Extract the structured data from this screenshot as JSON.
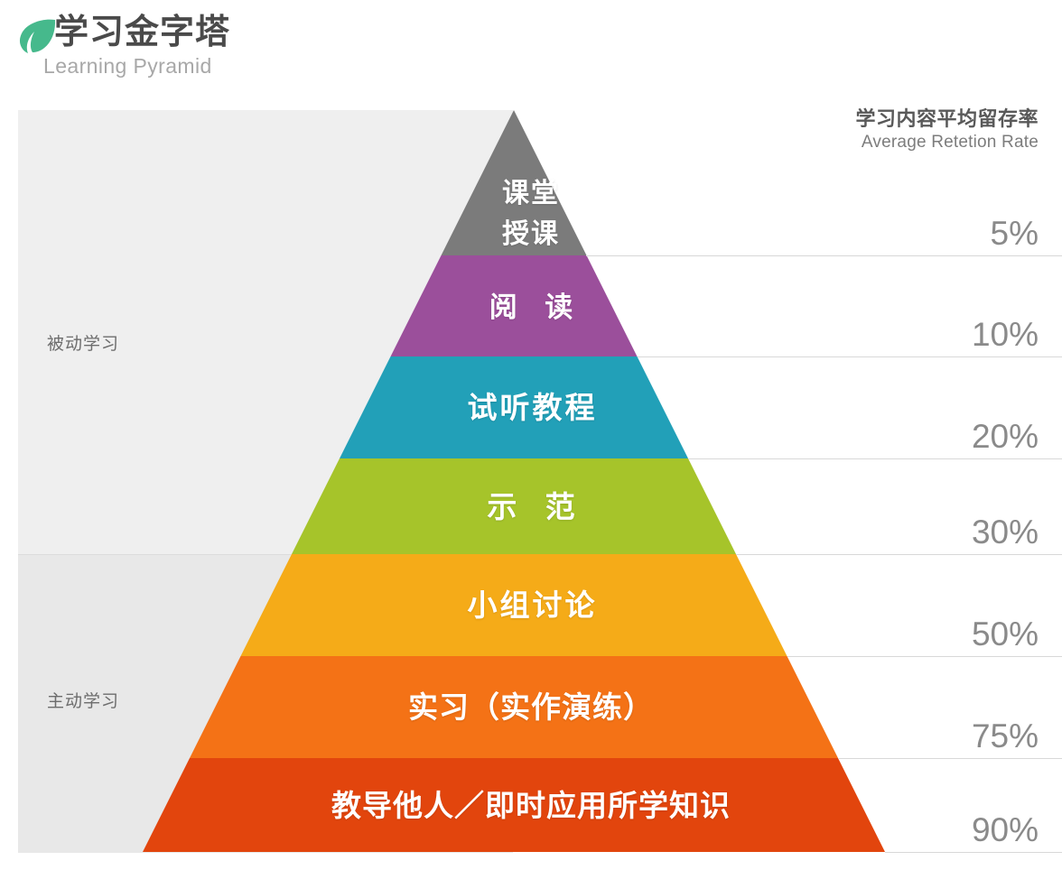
{
  "header": {
    "logo_icon": "leaf-icon",
    "title_cn": "学习金字塔",
    "title_en": "Learning Pyramid"
  },
  "legend": {
    "title_cn": "学习内容平均留存率",
    "title_en": "Average Retetion Rate"
  },
  "modes": [
    {
      "label": "被动学习"
    },
    {
      "label": "主动学习"
    }
  ],
  "tiers": [
    {
      "label": "课堂授课",
      "line1": "课堂",
      "line2": "授课",
      "rate": "5%",
      "color": "#7b7b7b"
    },
    {
      "label": "阅 读",
      "line1": "阅 读",
      "line2": "",
      "rate": "10%",
      "color": "#9b4f9b"
    },
    {
      "label": "试听教程",
      "line1": "试听教程",
      "line2": "",
      "rate": "20%",
      "color": "#22a0b8"
    },
    {
      "label": "示 范",
      "line1": "示 范",
      "line2": "",
      "rate": "30%",
      "color": "#a6c42a"
    },
    {
      "label": "小组讨论",
      "line1": "小组讨论",
      "line2": "",
      "rate": "50%",
      "color": "#f5ab18"
    },
    {
      "label": "实习（实作演练）",
      "line1": "实习（实作演练）",
      "line2": "",
      "rate": "75%",
      "color": "#f47216"
    },
    {
      "label": "教导他人／即时应用所学知识",
      "line1": "教导他人／即时应用所学知识",
      "line2": "",
      "rate": "90%",
      "color": "#e2450d"
    }
  ],
  "colors": {
    "panel_passive": "#efefef",
    "panel_active": "#e8e8e8",
    "gridline": "#d8d8d8",
    "text_muted": "#8a8a8a",
    "leaf": "#46b98c"
  },
  "chart_data": {
    "type": "bar",
    "title": "学习金字塔 / Learning Pyramid",
    "subtitle": "学习内容平均留存率 / Average Retetion Rate",
    "xlabel": "",
    "ylabel": "Average Retention Rate (%)",
    "categories": [
      "课堂授课",
      "阅 读",
      "试听教程",
      "示 范",
      "小组讨论",
      "实习（实作演练）",
      "教导他人／即时应用所学知识"
    ],
    "values": [
      5,
      10,
      20,
      30,
      50,
      75,
      90
    ],
    "value_labels": [
      "5%",
      "10%",
      "20%",
      "30%",
      "50%",
      "75%",
      "90%"
    ],
    "groups": [
      {
        "name": "被动学习",
        "categories": [
          "课堂授课",
          "阅 读",
          "试听教程",
          "示 范"
        ]
      },
      {
        "name": "主动学习",
        "categories": [
          "小组讨论",
          "实习（实作演练）",
          "教导他人／即时应用所学知识"
        ]
      }
    ],
    "colors": [
      "#7b7b7b",
      "#9b4f9b",
      "#22a0b8",
      "#a6c42a",
      "#f5ab18",
      "#f47216",
      "#e2450d"
    ],
    "ylim": [
      0,
      100
    ],
    "grid": true,
    "legend": "right"
  }
}
